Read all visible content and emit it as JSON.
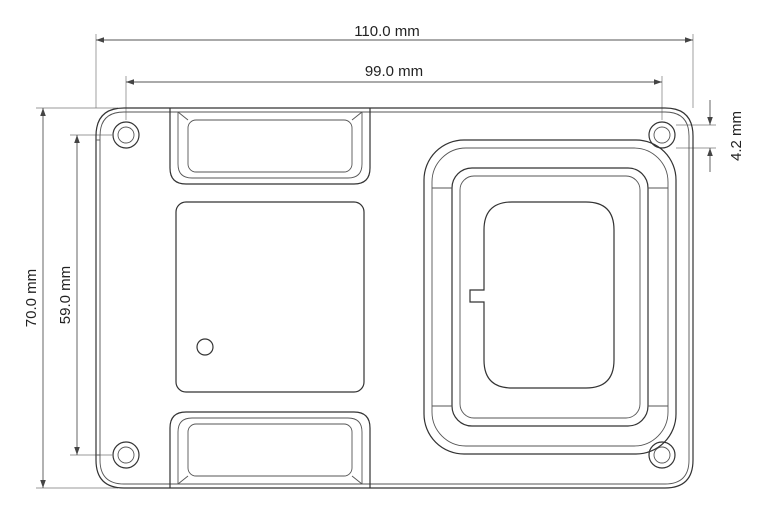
{
  "dimensions": {
    "overall_width": "110.0 mm",
    "hole_spacing_x": "99.0 mm",
    "overall_height": "70.0 mm",
    "hole_spacing_y": "59.0 mm",
    "hole_offset": "4.2 mm"
  },
  "colors": {
    "line": "#333333",
    "background": "#ffffff"
  }
}
